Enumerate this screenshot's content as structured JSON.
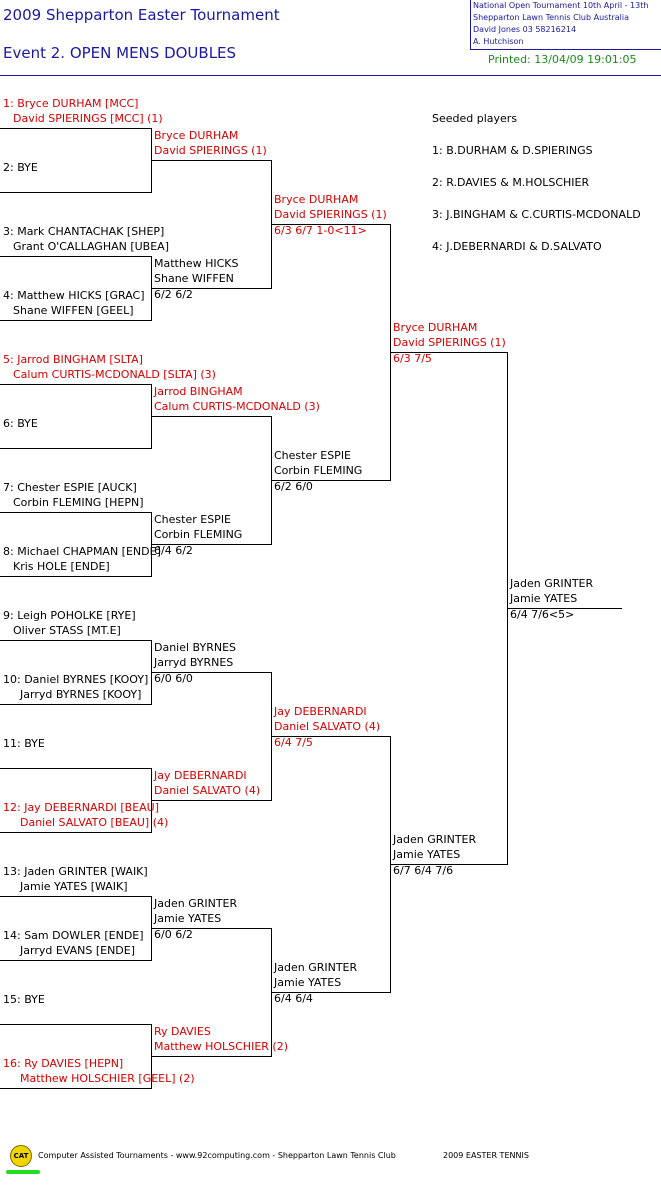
{
  "header": {
    "title": "2009 Shepparton Easter Tournament",
    "event": "Event 2. OPEN MENS DOUBLES",
    "info_lines": [
      "National Open Tournament   10th April - 13th",
      "Shepparton Lawn Tennis Club    Australia",
      "David Jones   03 58216214",
      "A. Hutchison"
    ],
    "printed": "Printed: 13/04/09 19:01:05"
  },
  "seeded": {
    "heading": "Seeded players",
    "items": [
      "1: B.DURHAM & D.SPIERINGS",
      "2: R.DAVIES & M.HOLSCHIER",
      "3: J.BINGHAM & C.CURTIS-MCDONALD",
      "4: J.DEBERNARDI & D.SALVATO"
    ]
  },
  "draw": [
    {
      "l1": "1: Bryce DURHAM [MCC]",
      "l2": "David SPIERINGS [MCC] (1)",
      "seed": true
    },
    {
      "l1": "2: BYE",
      "l2": "",
      "seed": false
    },
    {
      "l1": "3: Mark CHANTACHAK [SHEP]",
      "l2": "Grant O'CALLAGHAN [UBEA]",
      "seed": false
    },
    {
      "l1": "4: Matthew HICKS [GRAC]",
      "l2": "Shane WIFFEN [GEEL]",
      "seed": false
    },
    {
      "l1": "5: Jarrod BINGHAM [SLTA]",
      "l2": "Calum CURTIS-MCDONALD [SLTA] (3)",
      "seed": true
    },
    {
      "l1": "6: BYE",
      "l2": "",
      "seed": false
    },
    {
      "l1": "7: Chester ESPIE [AUCK]",
      "l2": "Corbin FLEMING [HEPN]",
      "seed": false
    },
    {
      "l1": "8: Michael CHAPMAN [ENDE]",
      "l2": "Kris HOLE [ENDE]",
      "seed": false
    },
    {
      "l1": "9: Leigh POHOLKE [RYE]",
      "l2": "Oliver STASS [MT.E]",
      "seed": false
    },
    {
      "l1": "10: Daniel BYRNES [KOOY]",
      "l2": "Jarryd BYRNES [KOOY]",
      "seed": false
    },
    {
      "l1": "11: BYE",
      "l2": "",
      "seed": false
    },
    {
      "l1": "12: Jay DEBERNARDI [BEAU]",
      "l2": "Daniel SALVATO [BEAU] (4)",
      "seed": true
    },
    {
      "l1": "13: Jaden GRINTER [WAIK]",
      "l2": "Jamie YATES [WAIK]",
      "seed": false
    },
    {
      "l1": "14: Sam DOWLER [ENDE]",
      "l2": "Jarryd EVANS [ENDE]",
      "seed": false
    },
    {
      "l1": "15: BYE",
      "l2": "",
      "seed": false
    },
    {
      "l1": "16: Ry DAVIES [HEPN]",
      "l2": "Matthew HOLSCHIER [GEEL] (2)",
      "seed": true
    }
  ],
  "round2": [
    {
      "l1": "Bryce DURHAM",
      "l2": "David SPIERINGS (1)",
      "score": "",
      "seed": true
    },
    {
      "l1": "Matthew HICKS",
      "l2": "Shane WIFFEN",
      "score": "6/2 6/2",
      "seed": false
    },
    {
      "l1": "Jarrod BINGHAM",
      "l2": "Calum CURTIS-MCDONALD (3)",
      "score": "",
      "seed": true
    },
    {
      "l1": "Chester ESPIE",
      "l2": "Corbin FLEMING",
      "score": "6/4 6/2",
      "seed": false
    },
    {
      "l1": "Daniel BYRNES",
      "l2": "Jarryd BYRNES",
      "score": "6/0 6/0",
      "seed": false
    },
    {
      "l1": "Jay DEBERNARDI",
      "l2": "Daniel SALVATO (4)",
      "score": "",
      "seed": true
    },
    {
      "l1": "Jaden GRINTER",
      "l2": "Jamie YATES",
      "score": "6/0 6/2",
      "seed": false
    },
    {
      "l1": "Ry DAVIES",
      "l2": "Matthew HOLSCHIER (2)",
      "score": "",
      "seed": true
    }
  ],
  "round3": [
    {
      "l1": "Bryce DURHAM",
      "l2": "David SPIERINGS (1)",
      "score": "6/3 6/7 1-0<11>",
      "seed": true
    },
    {
      "l1": "Chester ESPIE",
      "l2": "Corbin FLEMING",
      "score": "6/2 6/0",
      "seed": false
    },
    {
      "l1": "Jay DEBERNARDI",
      "l2": "Daniel SALVATO (4)",
      "score": "6/4 7/5",
      "seed": true
    },
    {
      "l1": "Jaden GRINTER",
      "l2": "Jamie YATES",
      "score": "6/4 6/4",
      "seed": false
    }
  ],
  "round4": [
    {
      "l1": "Bryce DURHAM",
      "l2": "David SPIERINGS (1)",
      "score": "6/3 7/5",
      "seed": true
    },
    {
      "l1": "Jaden GRINTER",
      "l2": "Jamie YATES",
      "score": "6/7 6/4 7/6",
      "seed": false
    }
  ],
  "final": {
    "l1": "Jaden GRINTER",
    "l2": "Jamie YATES",
    "score": "6/4 7/6<5>",
    "seed": false
  },
  "footer": {
    "logo": "CAT",
    "line": "Computer Assisted Tournaments - www.92computing.com -  Shepparton Lawn Tennis Club",
    "event": "2009 EASTER TENNIS",
    "brand_color": "#f2d400",
    "accent_color": "#22dd22"
  },
  "colors": {
    "winner_seed": "#d40000",
    "title": "#1a1aa0",
    "printed": "#1d8a1d"
  }
}
